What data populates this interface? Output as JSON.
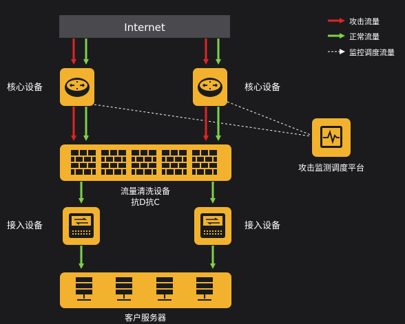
{
  "diagram": {
    "top_bar": {
      "label": "Internet"
    },
    "legend": [
      {
        "label": "攻击流量",
        "color": "#e02424"
      },
      {
        "label": "正常流量",
        "color": "#7fd14a"
      },
      {
        "label": "监控调度流量",
        "color": "#ffffff"
      }
    ],
    "core_left": {
      "label": "核心设备"
    },
    "core_right": {
      "label": "核心设备"
    },
    "monitor": {
      "label": "攻击监测调度平台"
    },
    "scrubbing": {
      "label_line1": "流量清洗设备",
      "label_line2": "抗D抗C"
    },
    "access_left": {
      "label": "接入设备"
    },
    "access_right": {
      "label": "接入设备"
    },
    "servers": {
      "label": "客户服务器"
    },
    "colors": {
      "device": "#f2b22e",
      "bar": "#4a4a4e",
      "background": "#1b1b1d",
      "attack": "#e02424",
      "normal": "#7fd14a",
      "monitor": "#ffffff"
    }
  }
}
